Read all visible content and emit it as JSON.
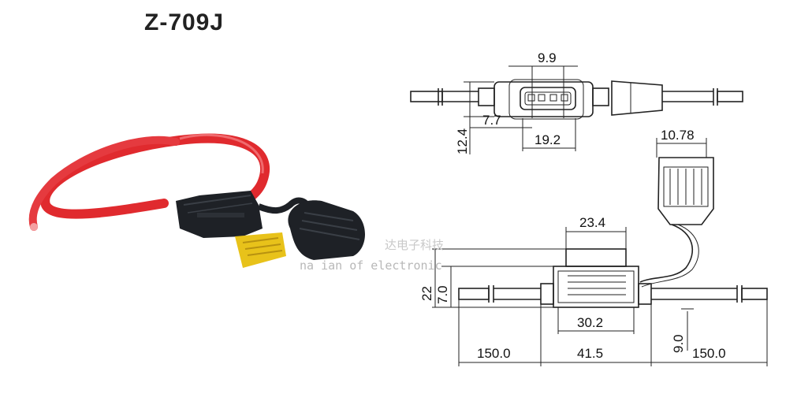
{
  "title": "Z-709J",
  "watermark": {
    "line1": "达电子科技",
    "line2": "na  ian of electronic"
  },
  "top_view": {
    "width_inner": "9.9",
    "width_outer": "19.2",
    "offset": "7.7",
    "height": "12.4"
  },
  "front_view": {
    "cap_width": "10.78",
    "top_width": "23.4",
    "height_total": "22",
    "height_inner": "7.0",
    "body_inner_width": "30.2",
    "body_width": "41.5",
    "lead_left": "150.0",
    "lead_right": "150.0",
    "cable_offset": "9.0"
  },
  "colors": {
    "wire": "#e02a2e",
    "holder": "#1e2126",
    "fuse": "#e8c21a"
  }
}
